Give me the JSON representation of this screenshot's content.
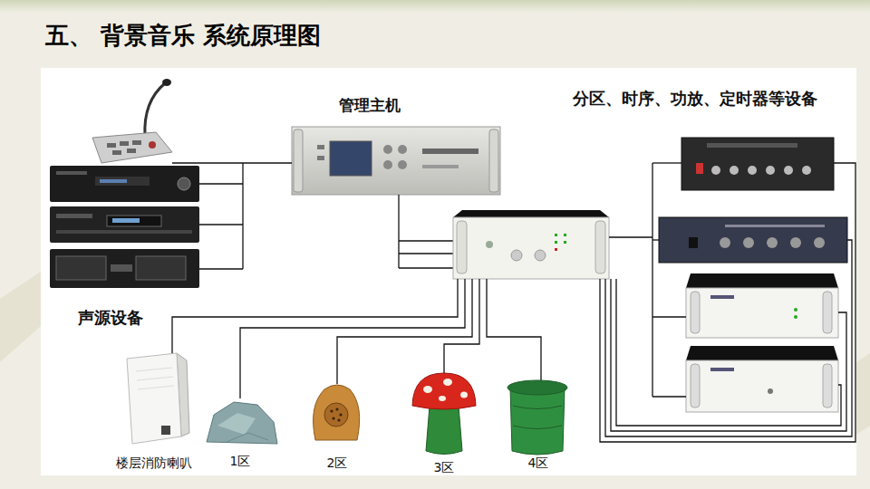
{
  "diagram": {
    "title": "五、 背景音乐 系统原理图",
    "nodes": [
      {
        "text": [
          "声源设备"
        ]
      },
      {
        "text": [
          "管理主机"
        ]
      },
      {
        "text": [
          "分区、时序、功放、定时器等设备"
        ]
      },
      {
        "text": [
          "楼层消防喇叭"
        ]
      },
      {
        "text": [
          "1区"
        ]
      },
      {
        "text": [
          "2区"
        ]
      },
      {
        "text": [
          "3区"
        ]
      },
      {
        "text": [
          "4区"
        ]
      }
    ],
    "edges": [
      {
        "from": 0,
        "to": 1,
        "arrow": "none"
      }
    ]
  }
}
